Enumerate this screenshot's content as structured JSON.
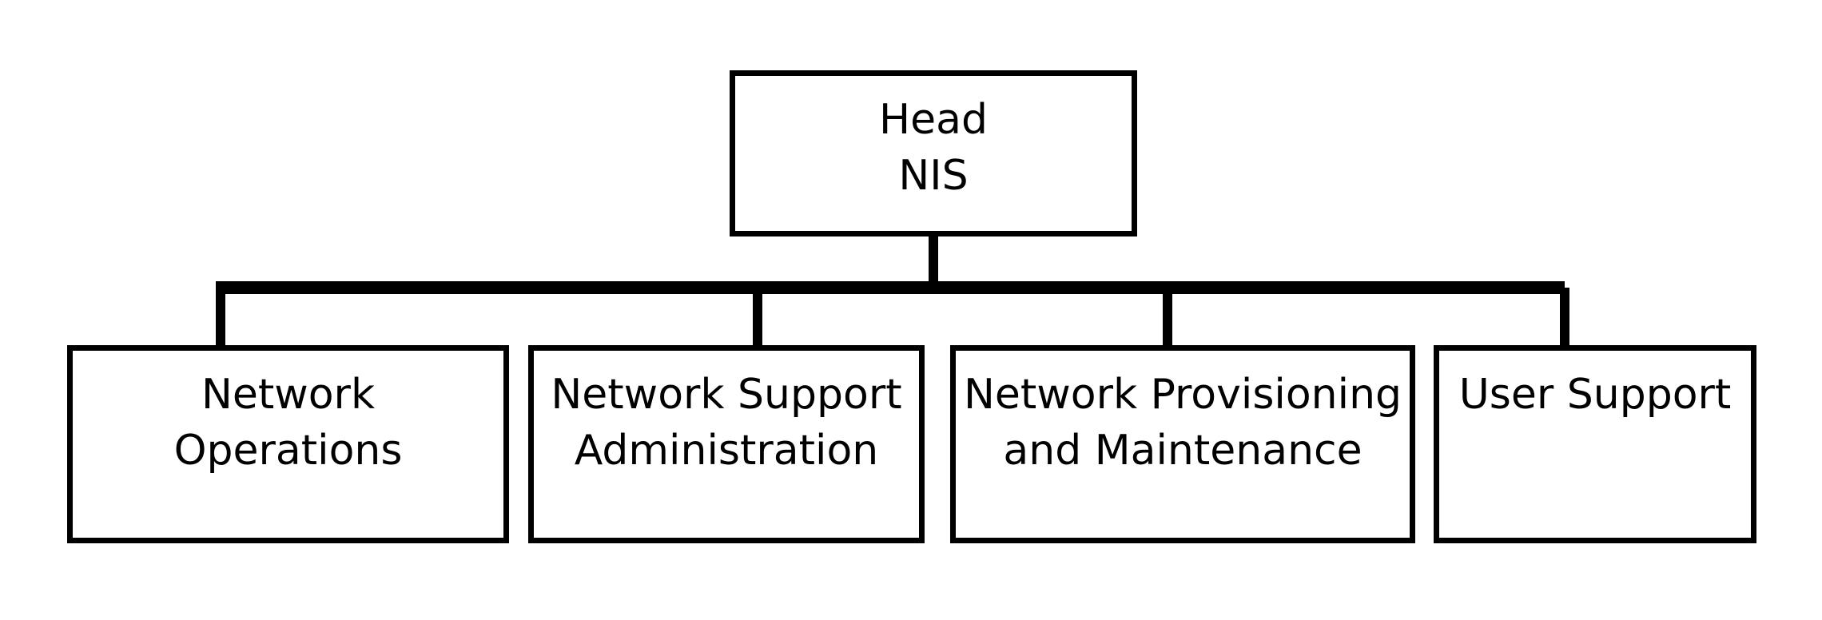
{
  "org_chart": {
    "head": {
      "lines": [
        "Head",
        "NIS"
      ]
    },
    "units": [
      {
        "lines": [
          "Network",
          "Operations"
        ]
      },
      {
        "lines": [
          "Network Support",
          "Administration"
        ]
      },
      {
        "lines": [
          "Network Provisioning",
          "and Maintenance"
        ]
      },
      {
        "lines": [
          "User Support"
        ]
      }
    ]
  },
  "colors": {
    "stroke": "#000000",
    "background": "#ffffff"
  }
}
